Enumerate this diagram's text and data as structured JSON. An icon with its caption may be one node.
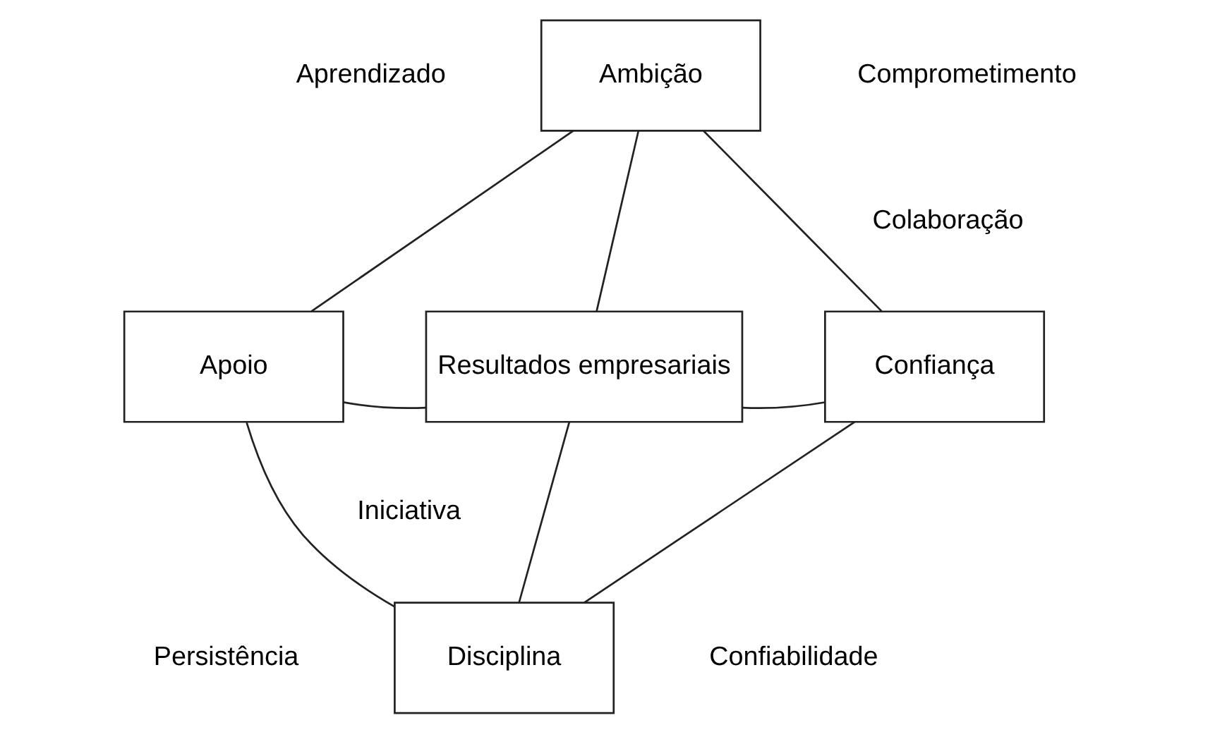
{
  "diagram": {
    "nodes": [
      {
        "text": [
          "Ambição"
        ]
      },
      {
        "text": [
          "Apoio"
        ]
      },
      {
        "text": [
          "Resultados empresariais"
        ]
      },
      {
        "text": [
          "Confiança"
        ]
      },
      {
        "text": [
          "Disciplina"
        ]
      }
    ],
    "edges": [
      {
        "from": 0,
        "to": 1,
        "arrow": "none"
      },
      {
        "from": 0,
        "to": 2,
        "arrow": "none"
      },
      {
        "from": 0,
        "to": 3,
        "arrow": "none"
      },
      {
        "from": 1,
        "to": 2,
        "arrow": "none"
      },
      {
        "from": 2,
        "to": 3,
        "arrow": "none"
      },
      {
        "from": 1,
        "to": 4,
        "arrow": "none"
      },
      {
        "from": 2,
        "to": 4,
        "arrow": "none"
      },
      {
        "from": 3,
        "to": 4,
        "arrow": "none"
      }
    ],
    "labels": [
      "Aprendizado",
      "Comprometimento",
      "Colaboração",
      "Iniciativa",
      "Persistência",
      "Confiabilidade"
    ]
  }
}
